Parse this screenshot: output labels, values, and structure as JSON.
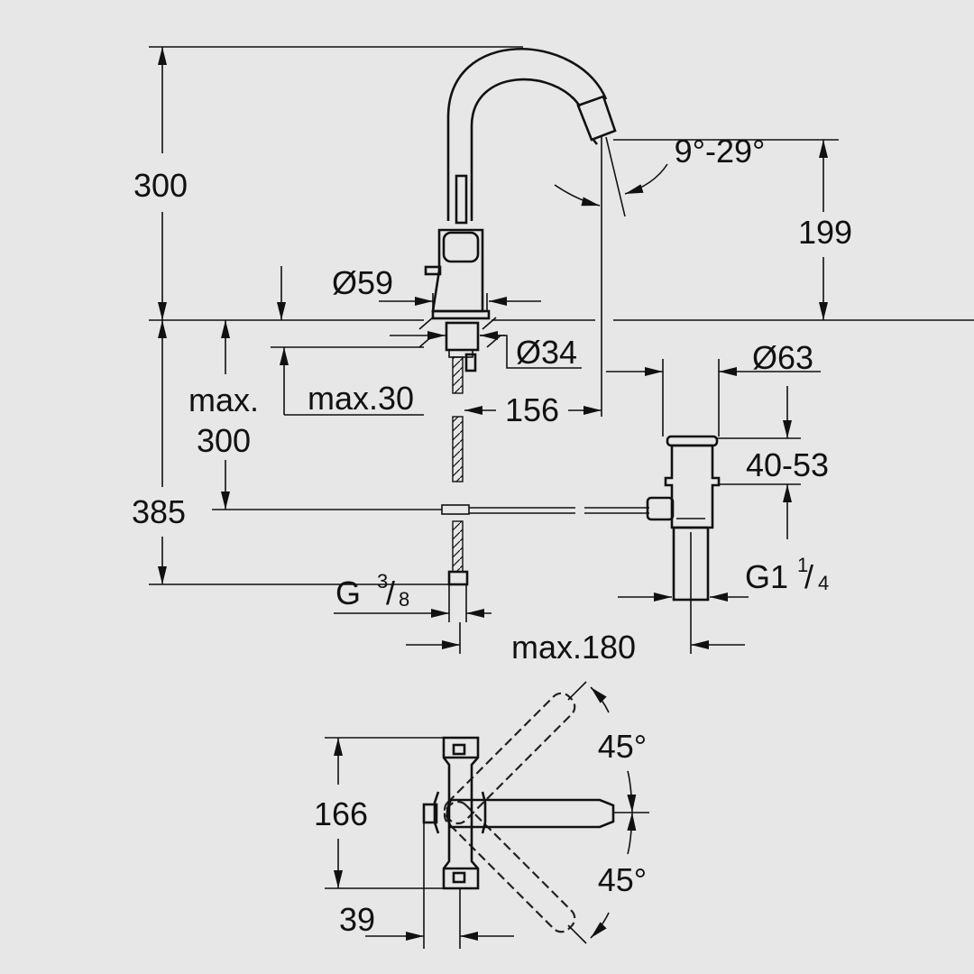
{
  "drawing": {
    "title": "Faucet dimension drawing",
    "side_view": {
      "total_height": "300",
      "spout_height": "199",
      "spout_angle": "9°-29°",
      "base_diameter": "Ø59",
      "hole_diameter": "Ø34",
      "deck_thickness_max": "max.30",
      "hose_length_label_1": "max.",
      "hose_length_label_2": "300",
      "below_deck_length": "385",
      "spout_reach": "156",
      "connection_label": "G",
      "connection_num": "3",
      "connection_den": "8",
      "drain_diameter": "Ø63",
      "drain_height": "40-53",
      "drain_thread_label": "G1",
      "drain_thread_num": "1",
      "drain_thread_den": "4",
      "rod_distance_max": "max.180"
    },
    "top_view": {
      "depth": "166",
      "offset": "39",
      "swivel_angle_top": "45°",
      "swivel_angle_bottom": "45°"
    }
  }
}
